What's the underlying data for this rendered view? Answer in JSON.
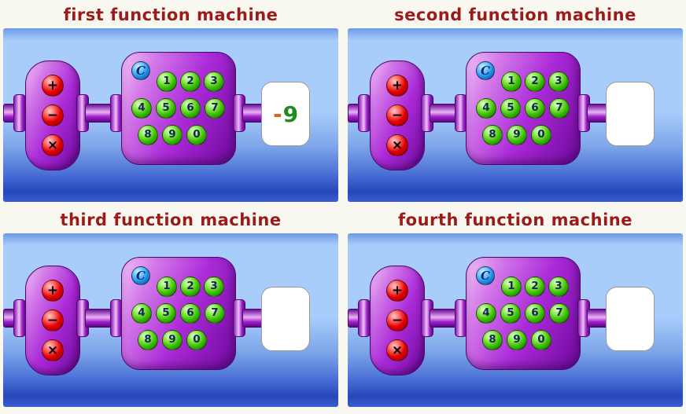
{
  "keypad": {
    "clear_label": "C",
    "digit_rows": [
      [
        "1",
        "2",
        "3"
      ],
      [
        "4",
        "5",
        "6",
        "7"
      ],
      [
        "8",
        "9",
        "0"
      ]
    ]
  },
  "operators": {
    "plus": "+",
    "minus": "−",
    "times": "×"
  },
  "machines": [
    {
      "title": "first function machine",
      "output_sign": "-",
      "output_value": "9"
    },
    {
      "title": "second function machine",
      "output_sign": "",
      "output_value": ""
    },
    {
      "title": "third function machine",
      "output_sign": "",
      "output_value": ""
    },
    {
      "title": "fourth function machine",
      "output_sign": "",
      "output_value": ""
    }
  ],
  "colors": {
    "title_text": "#9b1b1b",
    "panel_light_blue": "#a9cdfb",
    "panel_dark_blue": "#2747ba",
    "machine_purple": "#ab2ad8",
    "output_sign": "#d4691e",
    "output_value": "#1f8b1f"
  }
}
